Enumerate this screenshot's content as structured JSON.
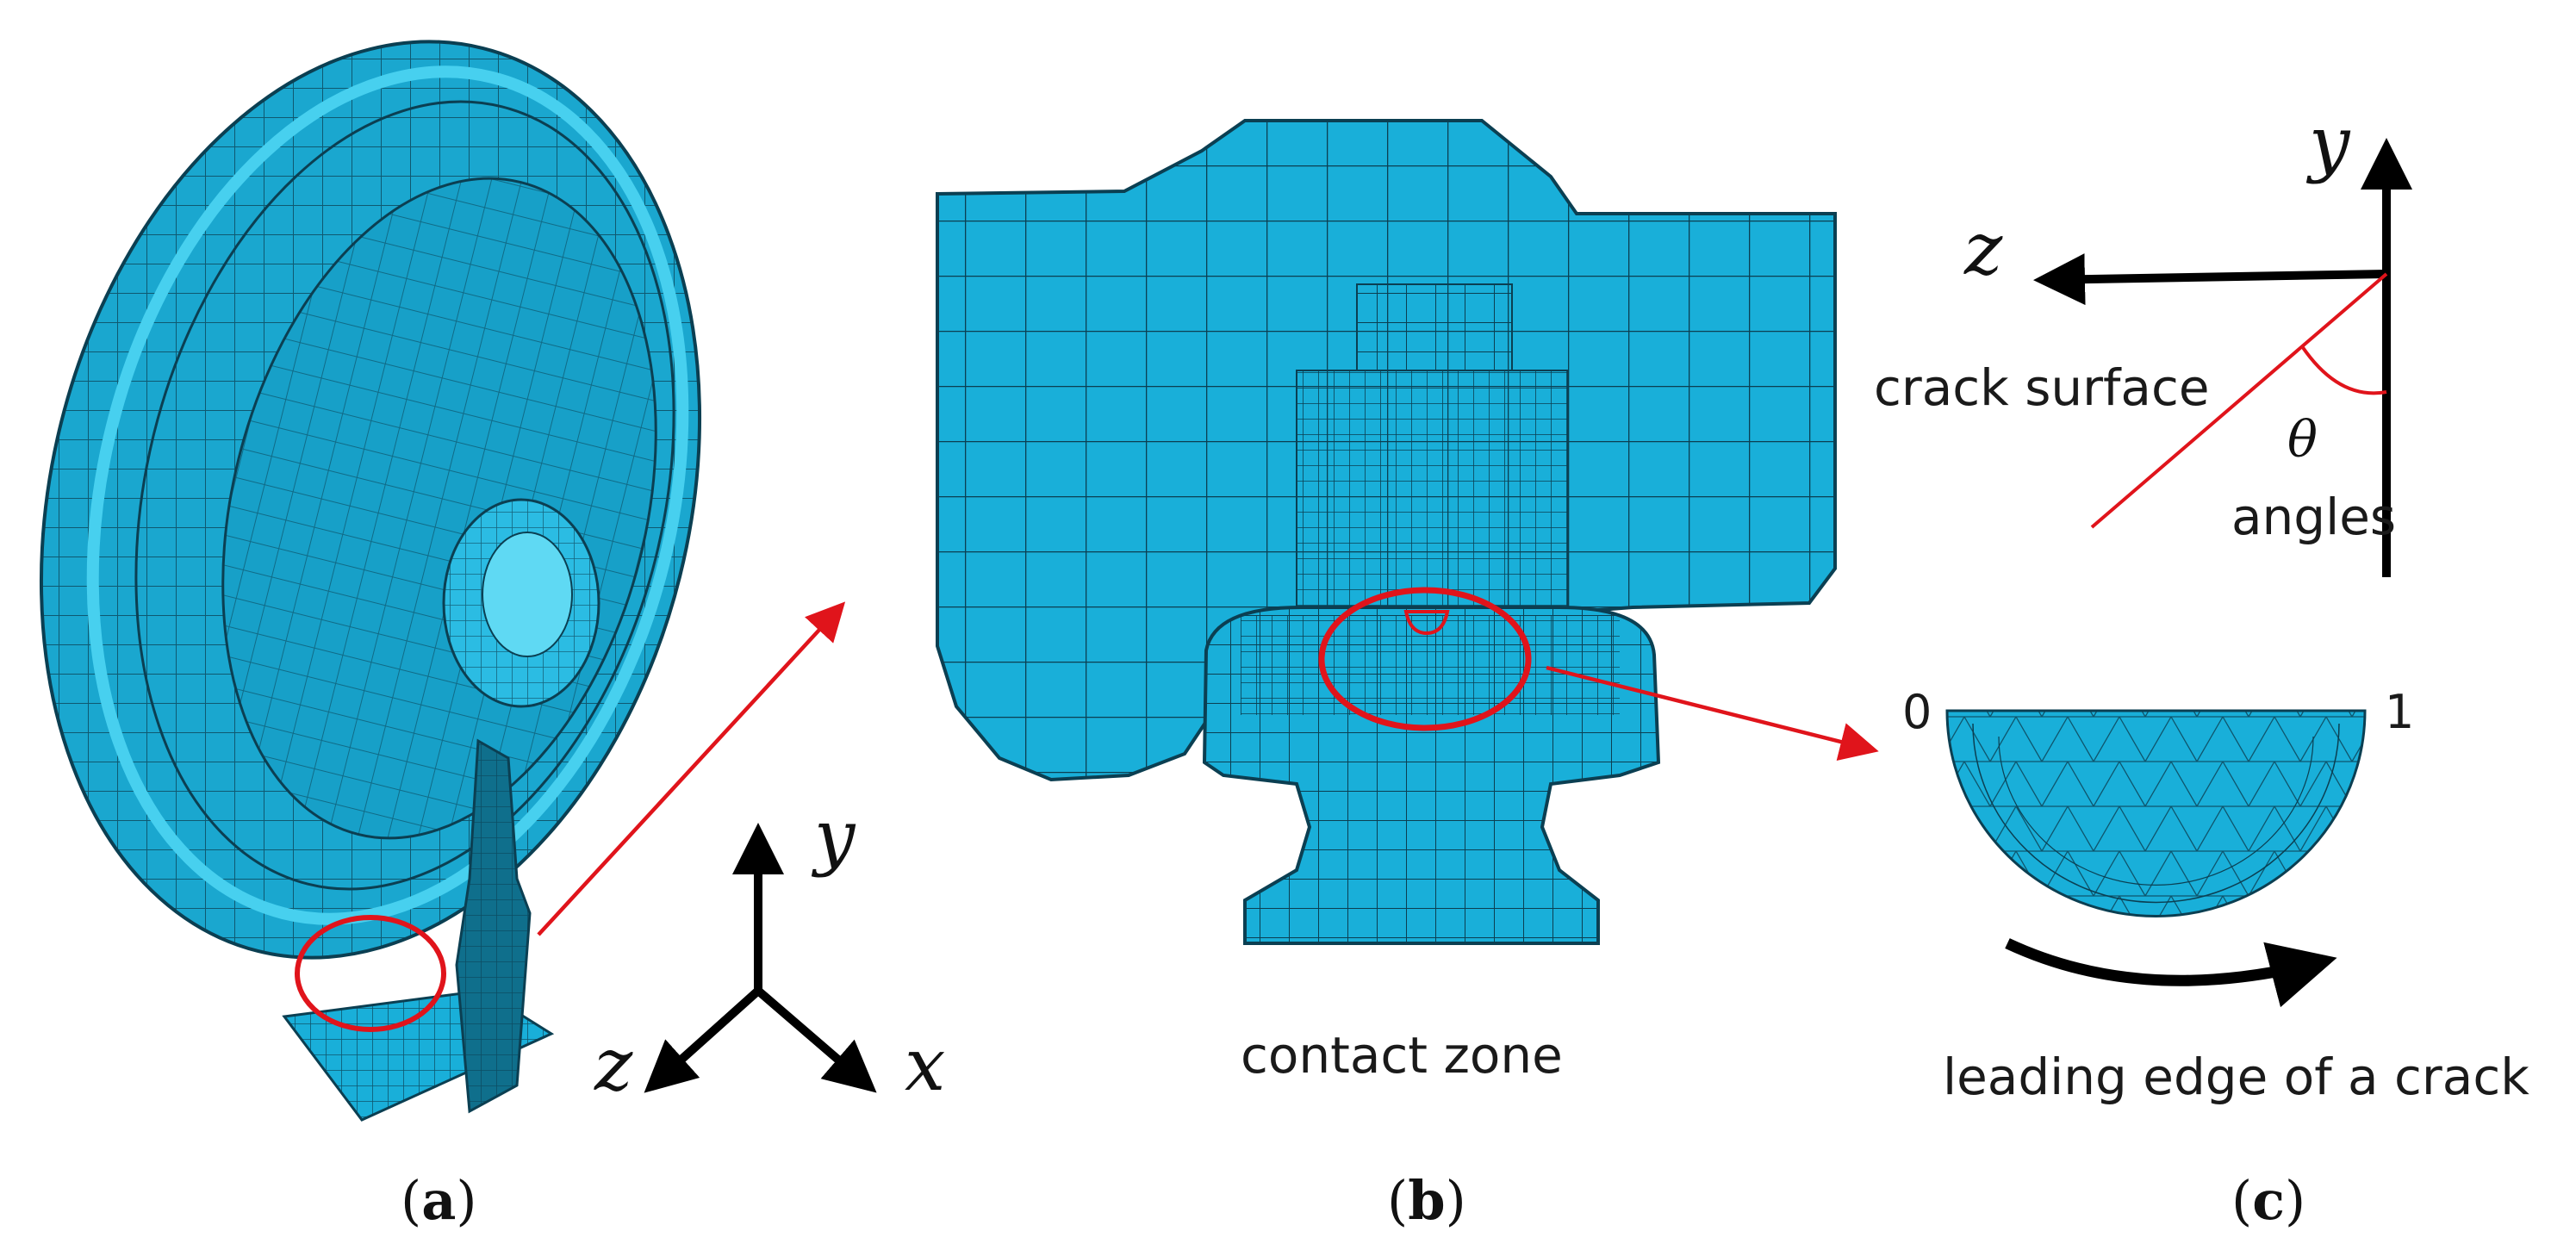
{
  "panels": {
    "a": {
      "caption_open": "(",
      "caption_letter": "a",
      "caption_close": ")"
    },
    "b": {
      "caption_open": "(",
      "caption_letter": "b",
      "caption_close": ")",
      "label": "contact zone"
    },
    "c": {
      "caption_open": "(",
      "caption_letter": "c",
      "caption_close": ")",
      "crack_surface_label": "crack surface",
      "theta_symbol": "θ",
      "angles_label": "angles",
      "left_value": "0",
      "right_value": "1",
      "leading_edge_label": "leading edge of a crack"
    }
  },
  "axes_3d": {
    "x": "x",
    "y": "y",
    "z": "z"
  },
  "axes_2d": {
    "y": "y",
    "z": "z"
  },
  "colors": {
    "mesh_fill": "#19afd9",
    "mesh_line": "#0b3f52",
    "highlight": "#e0141b",
    "axis": "#000000"
  }
}
